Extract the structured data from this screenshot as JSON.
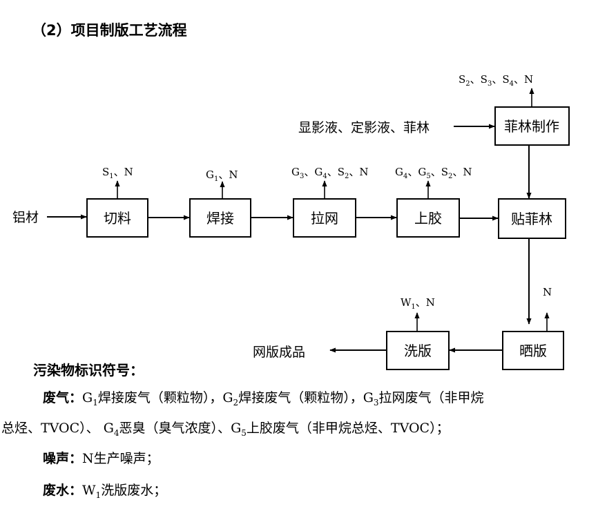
{
  "section_title": "（2）项目制版工艺流程",
  "inputs": {
    "aluminum": "铝材",
    "developer": "显影液、定影液、菲林",
    "output": "网版成品"
  },
  "boxes": {
    "cut": "切料",
    "weld": "焊接",
    "mesh": "拉网",
    "glue": "上胶",
    "film_make": "菲林制作",
    "film_stick": "贴菲林",
    "expose": "晒版",
    "wash": "洗版"
  },
  "emissions": {
    "cut": "S1、N",
    "weld": "G1、N",
    "mesh": "G3、G4、S2、N",
    "glue": "G4、G5、S2、N",
    "film_make": "S2、S3、S4、N",
    "expose": "N",
    "wash": "W1、N"
  },
  "legend": {
    "title": "污染物标识符号：",
    "gas_label": "废气：",
    "gas_text_1": "G1焊接废气（颗粒物），G2焊接废气（颗粒物），G3拉网废气（非甲烷",
    "gas_text_2": "总烃、TVOC）、 G4恶臭（臭气浓度）、G5上胶废气（非甲烷总烃、TVOC）；",
    "noise_label": "噪声：",
    "noise_text": "N生产噪声；",
    "water_label": "废水：",
    "water_text": "W1洗版废水；"
  }
}
